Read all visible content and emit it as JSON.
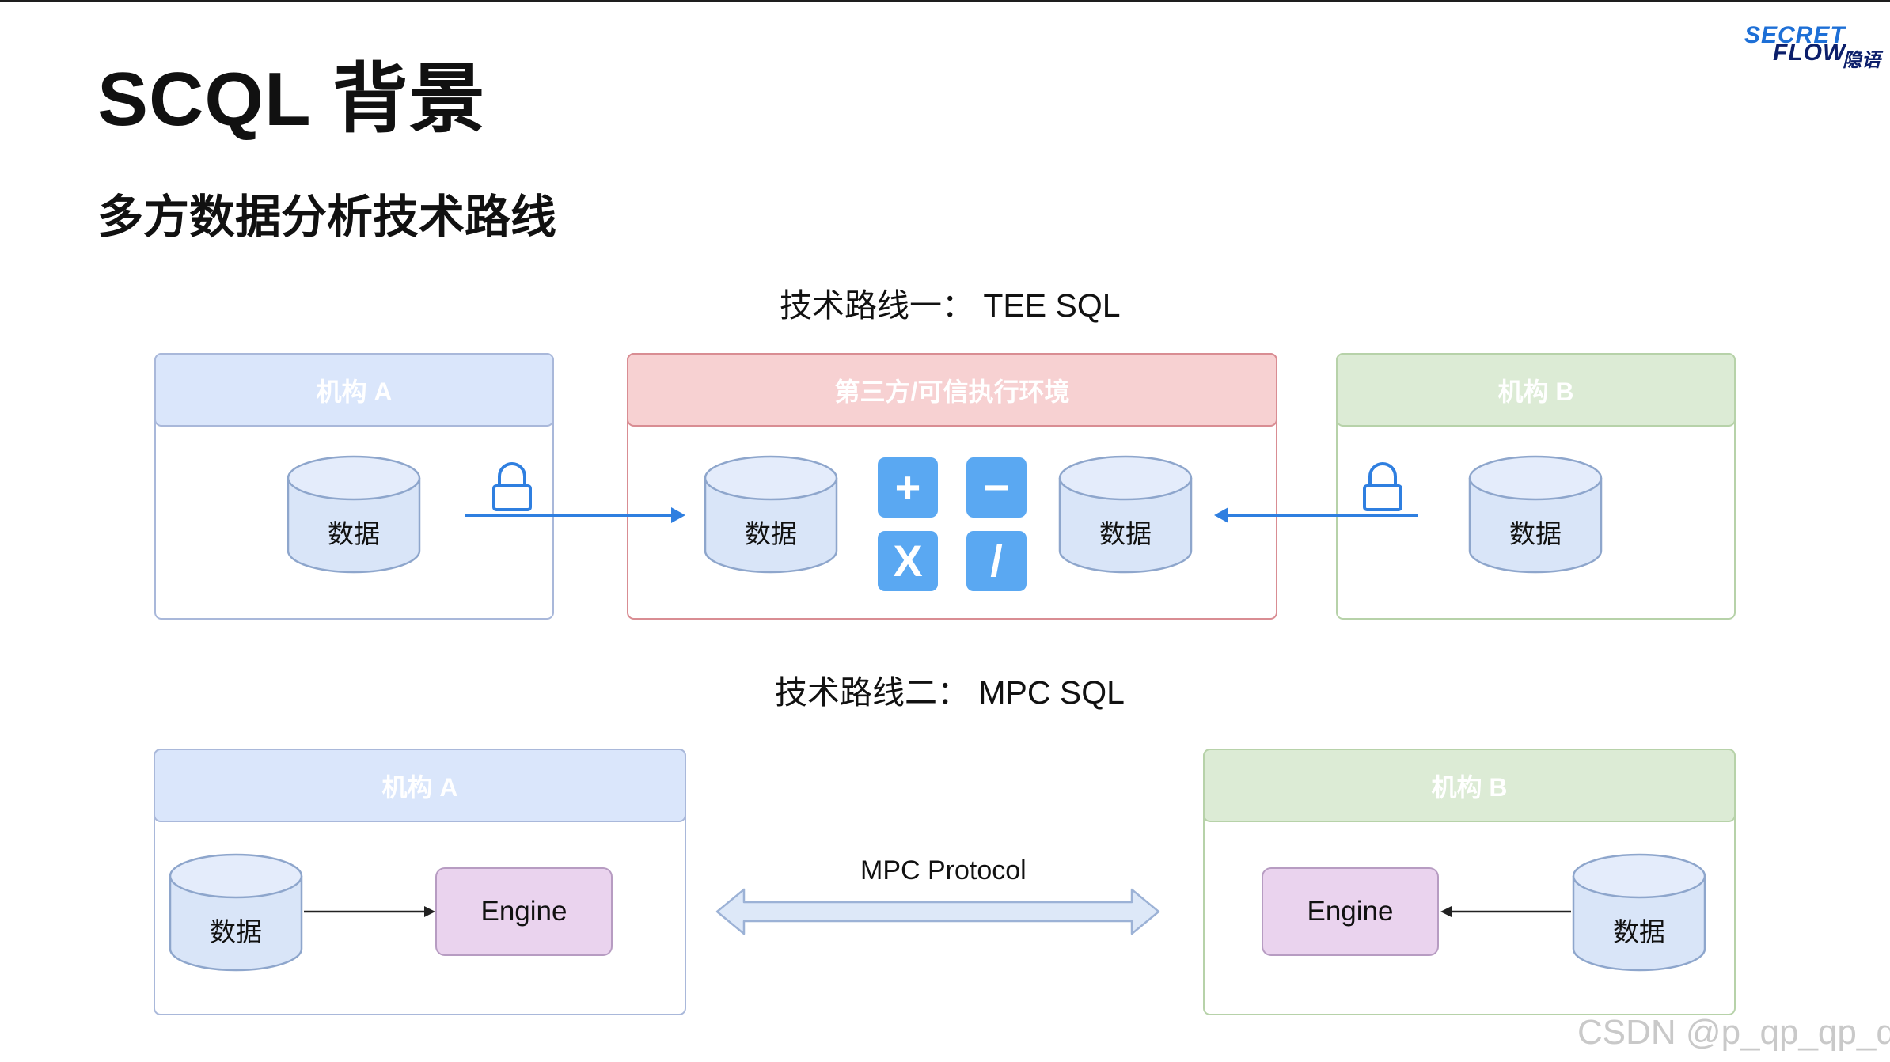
{
  "logo": {
    "line1": "SECRET",
    "line2": "FLOW",
    "line3": "隐语"
  },
  "title": "SCQL 背景",
  "subtitle": "多方数据分析技术路线",
  "route1": {
    "label": "技术路线一： TEE SQL",
    "org_a": "机构 A",
    "third_party": "第三方/可信执行环境",
    "org_b": "机构 B",
    "data_label": "数据",
    "ops": [
      "+",
      "−",
      "X",
      "/"
    ]
  },
  "route2": {
    "label": "技术路线二： MPC SQL",
    "org_a": "机构 A",
    "org_b": "机构 B",
    "data_label": "数据",
    "engine_label": "Engine",
    "protocol_label": "MPC Protocol"
  },
  "watermark": "CSDN @p_qp_qp_q",
  "colors": {
    "arrow_blue": "#2f7fe0",
    "org_a_header": "#dae6fb",
    "third_party_header": "#f7d1d2",
    "org_b_header": "#dcebd5",
    "op_button": "#5aa8f2",
    "engine_fill": "#ead3ee"
  }
}
